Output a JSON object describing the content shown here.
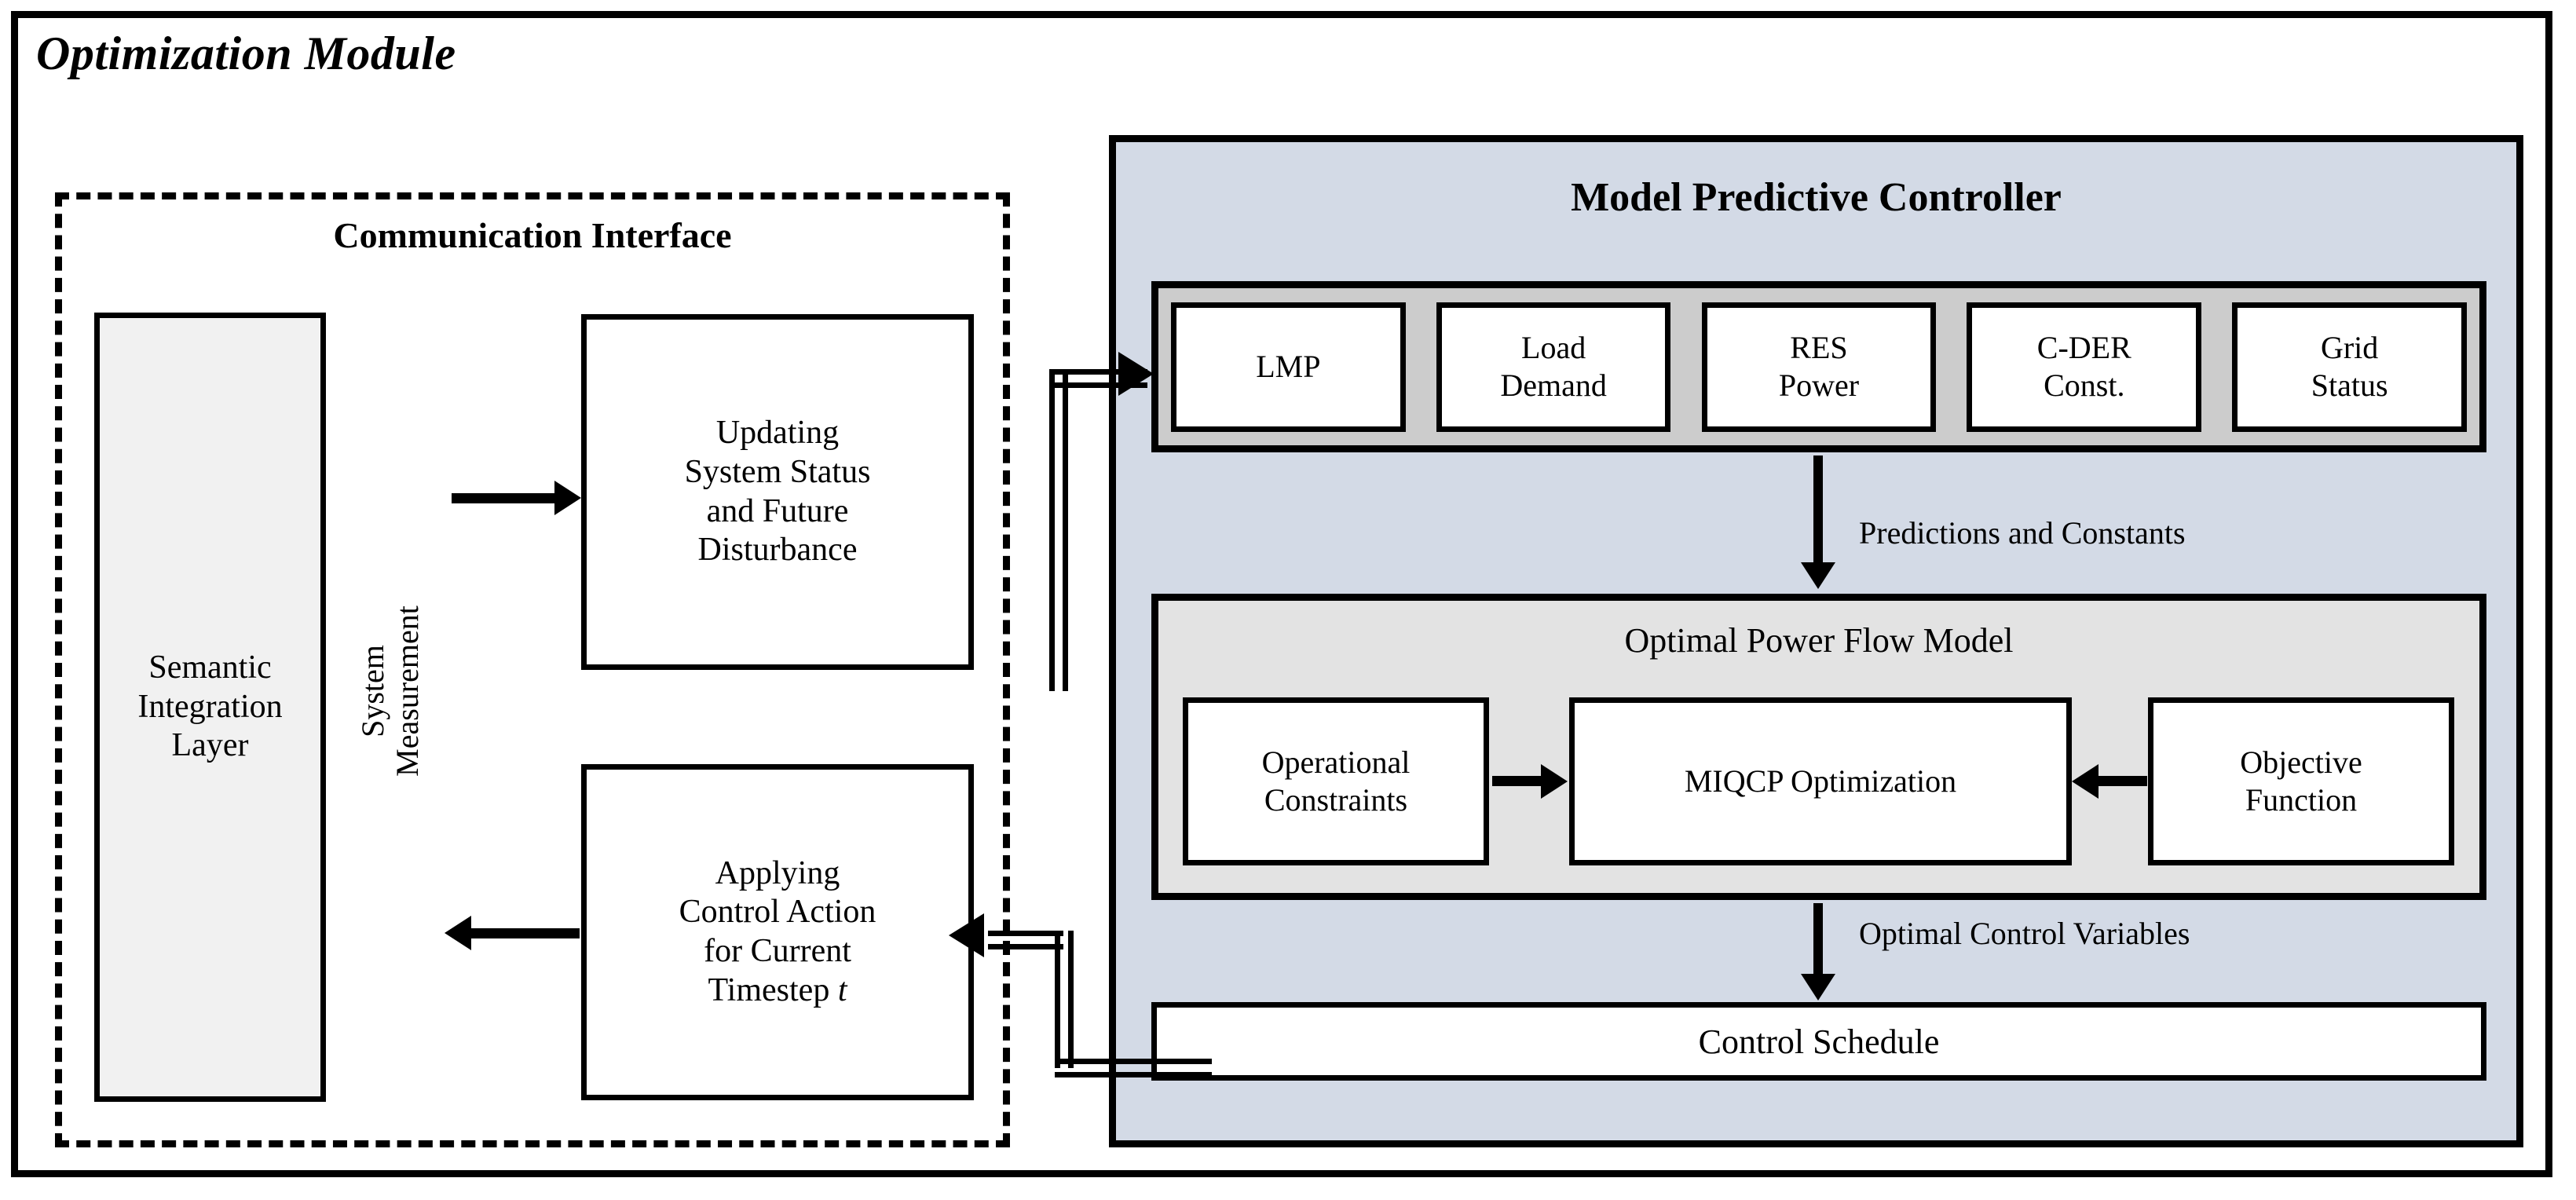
{
  "module": {
    "title": "Optimization Module"
  },
  "communication_interface": {
    "title": "Communication Interface",
    "semantic_integration_layer": "Semantic\nIntegration\nLayer",
    "updating_box": "Updating\nSystem Status\nand Future\nDisturbance",
    "applying_box_lines": [
      "Applying",
      "Control Action",
      "for Current",
      "Timestep "
    ],
    "applying_box_italic": "t",
    "system_measurement_label": "System\nMeasurement"
  },
  "mpc": {
    "title": "Model Predictive Controller",
    "inputs": [
      {
        "label": "LMP"
      },
      {
        "label": "Load\nDemand"
      },
      {
        "label": "RES\nPower"
      },
      {
        "label": "C-DER\nConst."
      },
      {
        "label": "Grid\nStatus"
      }
    ],
    "predictions_label": "Predictions and Constants",
    "opf": {
      "title": "Optimal Power Flow Model",
      "operational_constraints": "Operational\nConstraints",
      "miqcp": "MIQCP Optimization",
      "objective_function": "Objective\nFunction"
    },
    "optimal_control_label": "Optimal Control Variables",
    "control_schedule": "Control Schedule"
  },
  "colors": {
    "mpc_panel": "#d3dae6",
    "input_band": "#cccccc",
    "opf_panel": "#e3e3e3",
    "sil_fill": "#f1f1f1",
    "stroke": "#000000",
    "background": "#ffffff"
  },
  "icons": {
    "arrow_right": "arrow-right-icon",
    "arrow_left": "arrow-left-icon",
    "arrow_down": "arrow-down-icon",
    "pipe_connector": "double-line-connector-icon"
  }
}
